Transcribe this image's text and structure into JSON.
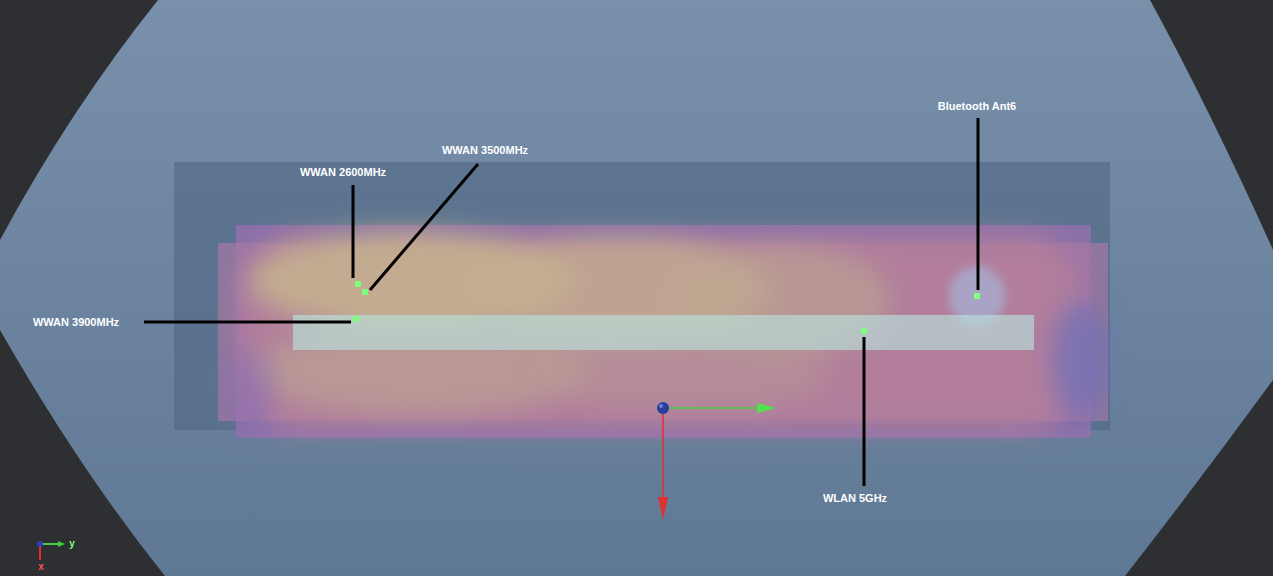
{
  "diagram": {
    "labels": [
      "Bluetooth Ant6",
      "WWAN 3500MHz",
      "WWAN 2600MHz",
      "WWAN 3900MHz",
      "WLAN 5GHz",
      "y",
      "x"
    ]
  }
}
